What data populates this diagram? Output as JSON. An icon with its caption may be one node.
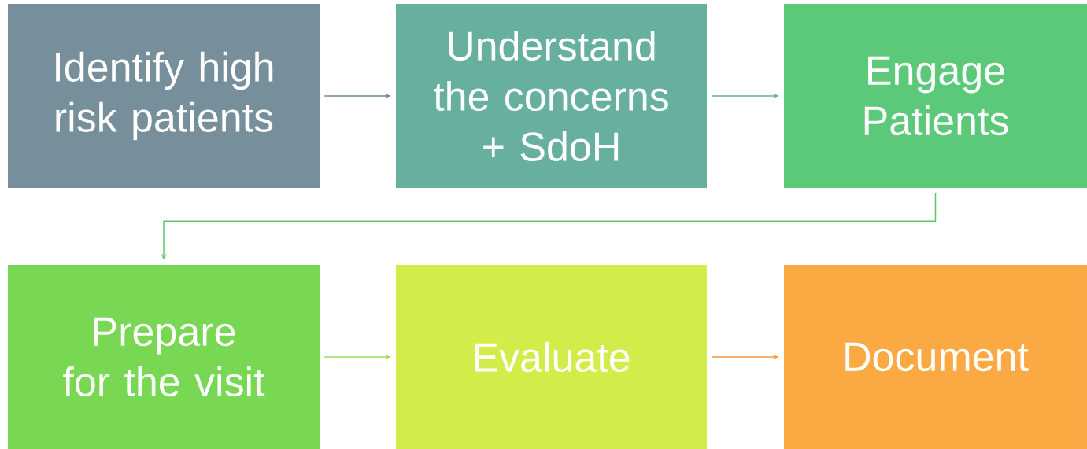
{
  "diagram": {
    "nodes": [
      {
        "text": [
          "Identify high risk patients"
        ]
      },
      {
        "text": [
          "Understand the concerns + SdoH"
        ]
      },
      {
        "text": [
          "Engage Patients"
        ]
      },
      {
        "text": [
          "Prepare for the visit"
        ]
      },
      {
        "text": [
          "Evaluate"
        ]
      },
      {
        "text": [
          "Document"
        ]
      }
    ],
    "edges": [
      {
        "from": 0,
        "to": 1,
        "arrow": "to",
        "color": "#6f8a99"
      },
      {
        "from": 1,
        "to": 2,
        "arrow": "to",
        "color": "#5fae9c"
      },
      {
        "from": 2,
        "to": 3,
        "arrow": "to",
        "color": "#5cc86a"
      },
      {
        "from": 3,
        "to": 4,
        "arrow": "to",
        "color": "#9adf5a"
      },
      {
        "from": 4,
        "to": 5,
        "arrow": "to",
        "color": "#f59a3a"
      }
    ]
  }
}
